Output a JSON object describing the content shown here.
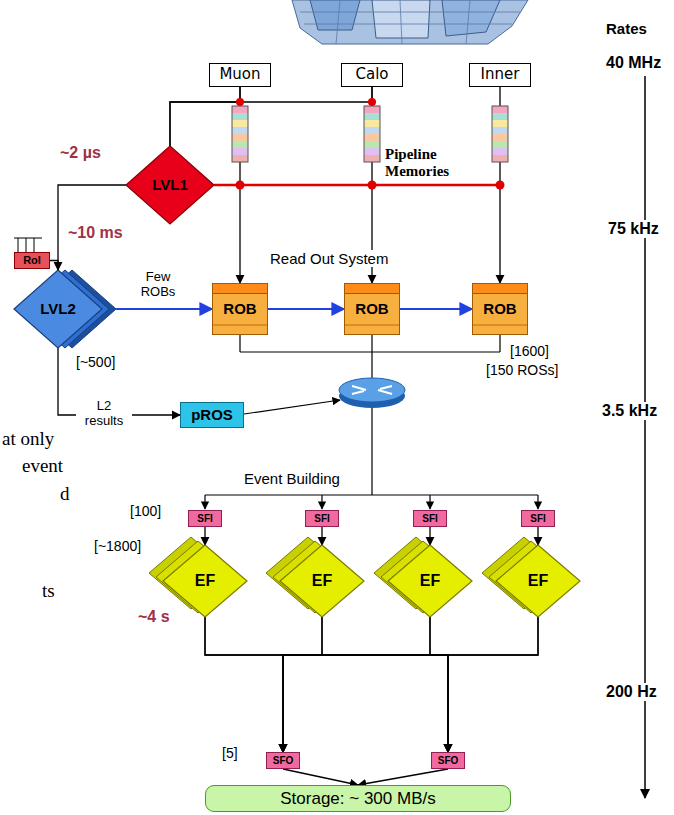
{
  "diagram": {
    "nodes": [
      {
        "text": [
          "Muon"
        ]
      },
      {
        "text": [
          "Calo"
        ]
      },
      {
        "text": [
          "Inner"
        ]
      },
      {
        "text": [
          "LVL1"
        ]
      },
      {
        "text": [
          "RoI"
        ]
      },
      {
        "text": [
          "LVL2"
        ]
      },
      {
        "text": [
          "ROB"
        ]
      },
      {
        "text": [
          "ROB"
        ]
      },
      {
        "text": [
          "ROB"
        ]
      },
      {
        "text": [
          "pROS"
        ]
      },
      {
        "text": [
          "SFI"
        ]
      },
      {
        "text": [
          "SFI"
        ]
      },
      {
        "text": [
          "SFI"
        ]
      },
      {
        "text": [
          "SFI"
        ]
      },
      {
        "text": [
          "EF"
        ]
      },
      {
        "text": [
          "EF"
        ]
      },
      {
        "text": [
          "EF"
        ]
      },
      {
        "text": [
          "EF"
        ]
      },
      {
        "text": [
          "SFO"
        ]
      },
      {
        "text": [
          "SFO"
        ]
      },
      {
        "text": [
          "Storage: ~ 300 MB/s"
        ]
      }
    ],
    "edges": [
      {
        "from": 0,
        "to": 3,
        "arrow": "none"
      },
      {
        "from": 1,
        "to": 3,
        "arrow": "none"
      },
      {
        "from": 0,
        "to": 6,
        "arrow": "to"
      },
      {
        "from": 1,
        "to": 7,
        "arrow": "to"
      },
      {
        "from": 2,
        "to": 8,
        "arrow": "to"
      },
      {
        "from": 3,
        "to": 5,
        "arrow": "to"
      },
      {
        "from": 4,
        "to": 5,
        "arrow": "none"
      },
      {
        "from": 5,
        "to": 6,
        "label": "Few ROBs",
        "arrow": "to"
      },
      {
        "from": 6,
        "to": 7,
        "arrow": "to"
      },
      {
        "from": 7,
        "to": 8,
        "arrow": "to"
      },
      {
        "from": 5,
        "to": 9,
        "label": "L2 results",
        "arrow": "to"
      },
      {
        "from": 10,
        "to": 14,
        "arrow": "to"
      },
      {
        "from": 11,
        "to": 15,
        "arrow": "to"
      },
      {
        "from": 12,
        "to": 16,
        "arrow": "to"
      },
      {
        "from": 13,
        "to": 17,
        "arrow": "to"
      },
      {
        "from": 14,
        "to": 18,
        "arrow": "to"
      },
      {
        "from": 14,
        "to": 19,
        "arrow": "to"
      },
      {
        "from": 15,
        "to": 18,
        "arrow": "to"
      },
      {
        "from": 15,
        "to": 19,
        "arrow": "to"
      },
      {
        "from": 16,
        "to": 18,
        "arrow": "to"
      },
      {
        "from": 16,
        "to": 19,
        "arrow": "to"
      },
      {
        "from": 17,
        "to": 18,
        "arrow": "to"
      },
      {
        "from": 17,
        "to": 19,
        "arrow": "to"
      },
      {
        "from": 18,
        "to": 20,
        "arrow": "to"
      },
      {
        "from": 19,
        "to": 20,
        "arrow": "to"
      }
    ],
    "labels": [
      "Rates",
      "40 MHz",
      "~2 µs",
      "Pipeline Memories",
      "75 kHz",
      "~10 ms",
      "Read Out System",
      "[~500]",
      "[1600]",
      "[150 ROSs]",
      "3.5 kHz",
      "Event Building",
      "[100]",
      "[~1800]",
      "~4 s",
      "200 Hz",
      "[5]",
      "at only",
      "event",
      "d",
      "ts"
    ]
  }
}
